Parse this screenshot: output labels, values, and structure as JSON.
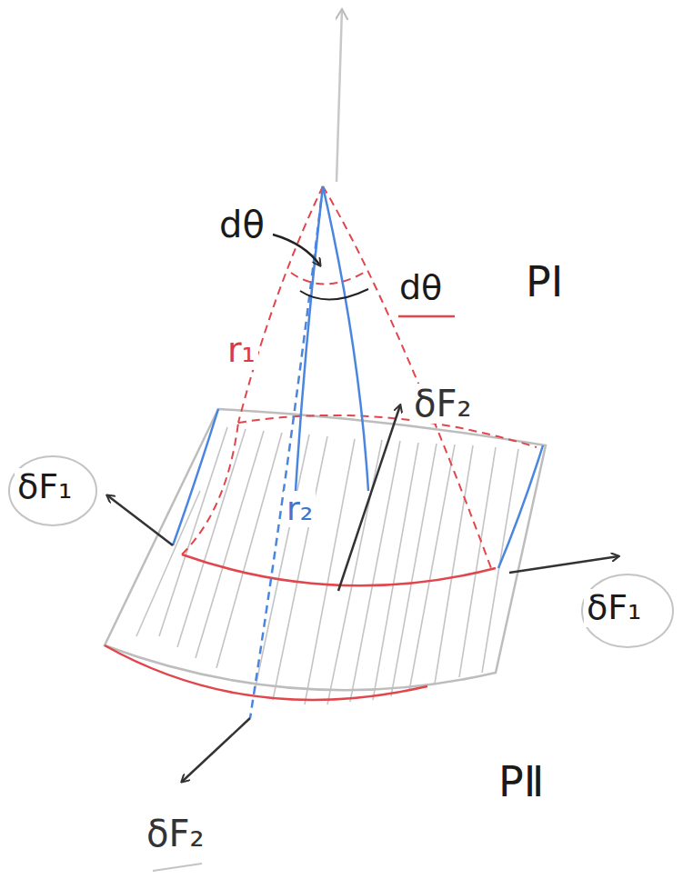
{
  "diagram": {
    "labels": [
      "dθ",
      "dθ",
      "PⅠ",
      "r₁",
      "δF₂",
      "δF₁",
      "r₂",
      "δF₁",
      "PⅡ",
      "δF₂"
    ]
  }
}
